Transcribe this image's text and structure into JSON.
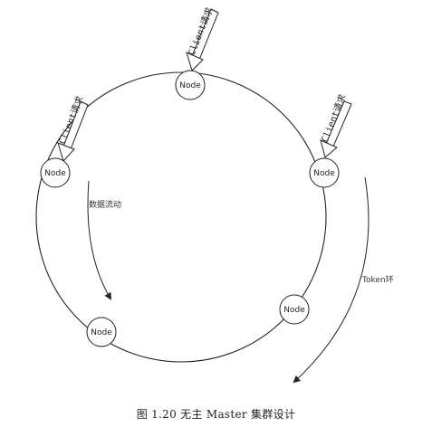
{
  "nodes": [
    {
      "id": "top",
      "label": "Node"
    },
    {
      "id": "left",
      "label": "Node"
    },
    {
      "id": "right",
      "label": "Node"
    },
    {
      "id": "bottom-right",
      "label": "Node"
    },
    {
      "id": "bottom-left",
      "label": "Node"
    }
  ],
  "client_requests": [
    {
      "target": "top",
      "label": "Client请求"
    },
    {
      "target": "left",
      "label": "Client请求"
    },
    {
      "target": "right",
      "label": "Client请求"
    }
  ],
  "data_flow_label": "数据流动",
  "token_ring_label": "Token环",
  "caption": "图 1.20  无主 Master 集群设计"
}
